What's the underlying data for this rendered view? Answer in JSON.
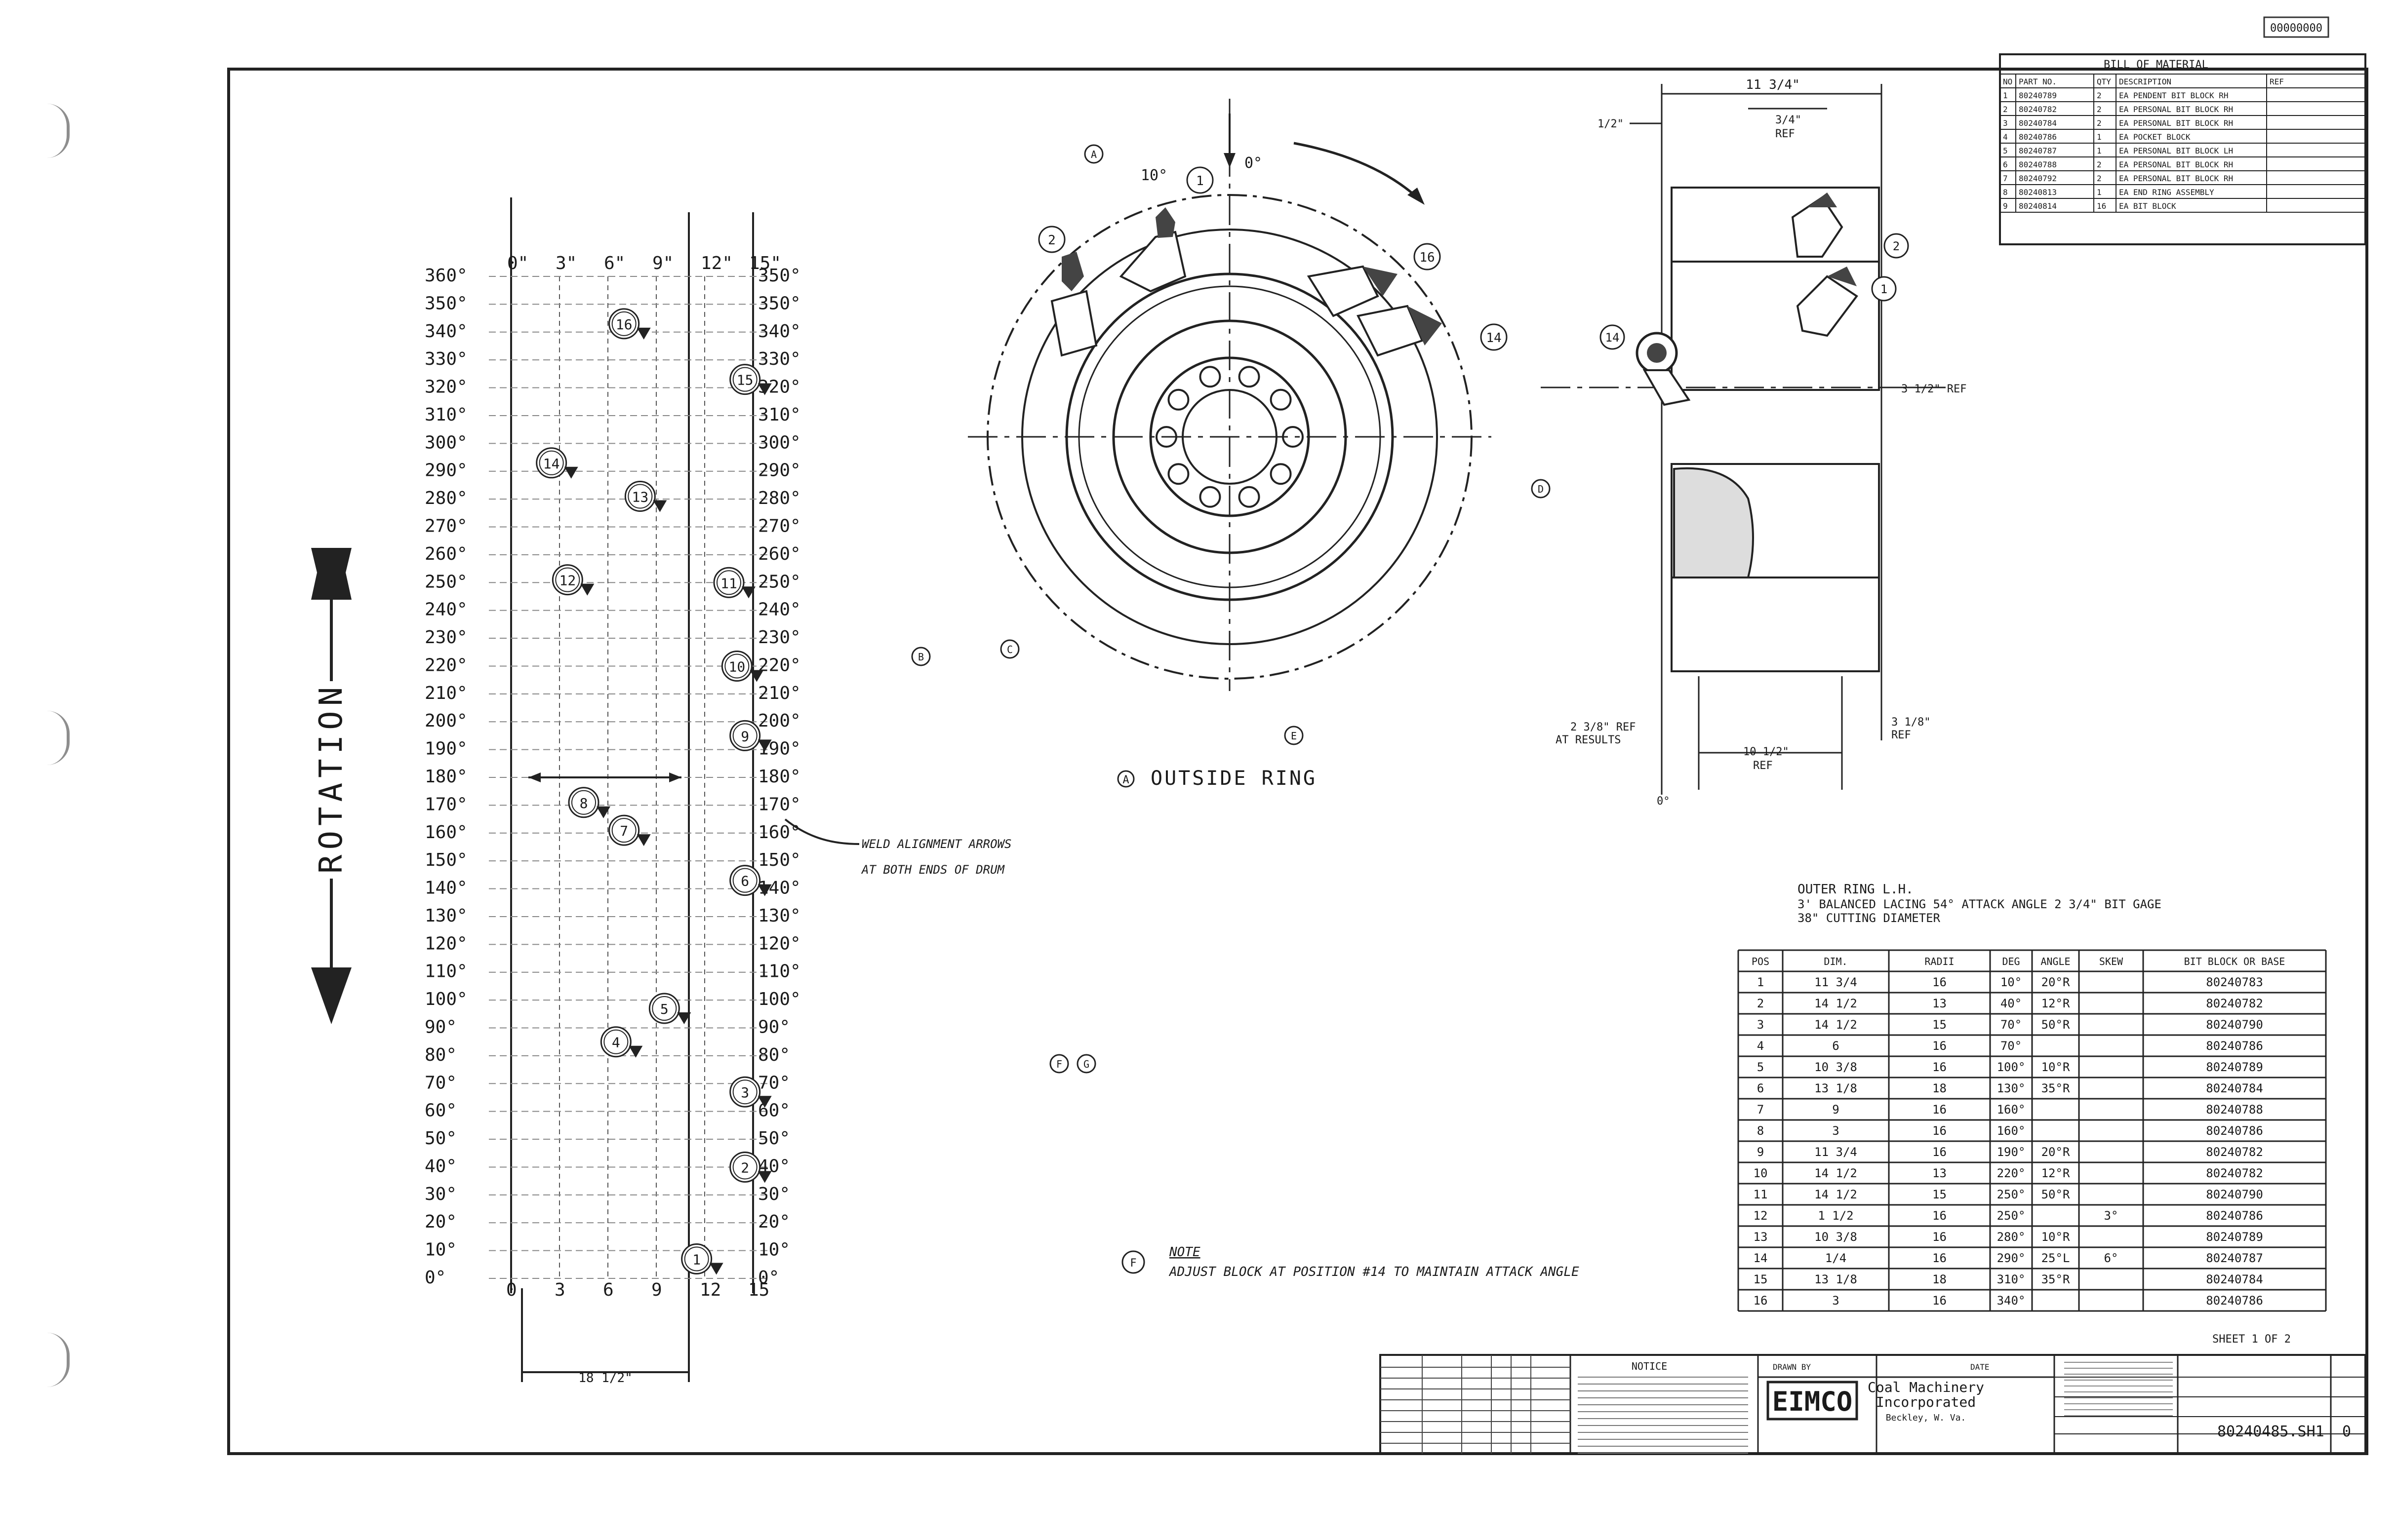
{
  "stamp": "00000000",
  "lacing": {
    "deg_left": [
      "360°",
      "350°",
      "340°",
      "330°",
      "320°",
      "310°",
      "300°",
      "290°",
      "280°",
      "270°",
      "260°",
      "250°",
      "240°",
      "230°",
      "220°",
      "210°",
      "200°",
      "190°",
      "180°",
      "170°",
      "160°",
      "150°",
      "140°",
      "130°",
      "120°",
      "110°",
      "100°",
      "90°",
      "80°",
      "70°",
      "60°",
      "50°",
      "40°",
      "30°",
      "20°",
      "10°",
      "0°"
    ],
    "deg_right": [
      "350°",
      "350°",
      "340°",
      "330°",
      "320°",
      "310°",
      "300°",
      "290°",
      "280°",
      "270°",
      "260°",
      "250°",
      "240°",
      "230°",
      "220°",
      "210°",
      "200°",
      "190°",
      "180°",
      "170°",
      "160°",
      "150°",
      "140°",
      "130°",
      "120°",
      "110°",
      "100°",
      "90°",
      "80°",
      "70°",
      "60°",
      "50°",
      "40°",
      "30°",
      "20°",
      "10°",
      "0°"
    ],
    "inch_top": [
      "0\"",
      "3\"",
      "6\"",
      "9\"",
      "12\"",
      "15\""
    ],
    "inch_bottom": [
      "0",
      "3",
      "6",
      "9",
      "12",
      "15"
    ],
    "width_dim": "18 1/2\"",
    "rotation": "ROTATION",
    "weld_label": "WELD ALIGNMENT ARROWS",
    "weld_label2": "AT BOTH ENDS OF DRUM",
    "markers": [
      {
        "n": "1",
        "inch": 11.5,
        "deg": 7
      },
      {
        "n": "2",
        "inch": 14.5,
        "deg": 40
      },
      {
        "n": "3",
        "inch": 14.5,
        "deg": 67
      },
      {
        "n": "4",
        "inch": 6.5,
        "deg": 85
      },
      {
        "n": "5",
        "inch": 9.5,
        "deg": 97
      },
      {
        "n": "6",
        "inch": 14.5,
        "deg": 143
      },
      {
        "n": "7",
        "inch": 7,
        "deg": 161
      },
      {
        "n": "8",
        "inch": 4.5,
        "deg": 171
      },
      {
        "n": "9",
        "inch": 14.5,
        "deg": 195
      },
      {
        "n": "10",
        "inch": 14,
        "deg": 220
      },
      {
        "n": "11",
        "inch": 13.5,
        "deg": 250
      },
      {
        "n": "12",
        "inch": 3.5,
        "deg": 251
      },
      {
        "n": "13",
        "inch": 8,
        "deg": 281
      },
      {
        "n": "14",
        "inch": 2.5,
        "deg": 293
      },
      {
        "n": "15",
        "inch": 14.5,
        "deg": 323
      },
      {
        "n": "16",
        "inch": 7,
        "deg": 343
      }
    ]
  },
  "ring": {
    "zero": "0°",
    "ten": "10°",
    "caption": "OUTSIDE RING",
    "balloons": [
      "1",
      "2",
      "16",
      "14"
    ],
    "letters": [
      "A",
      "B",
      "C",
      "D",
      "E",
      "F",
      "G"
    ]
  },
  "side": {
    "dim_top": "11 3/4\"",
    "dim_a": "3/4\"",
    "dim_a2": "REF",
    "dim_b": "1/2\"",
    "dim_c": "3 1/2\" REF",
    "dim_d": "2 3/8\" REF",
    "dim_d2": "AT RESULTS",
    "dim_e": "10 1/2\"",
    "dim_e2": "REF",
    "dim_f": "3 1/8\"",
    "dim_f2": "REF",
    "zero": "0°",
    "balloons": [
      "14",
      "2",
      "1"
    ]
  },
  "bom": {
    "title": "BILL OF MATERIAL",
    "headers": [
      "NO",
      "PART NO.",
      "QTY",
      "DESCRIPTION",
      "REF"
    ],
    "rows": [
      [
        "1",
        "80240789",
        "2",
        "EA PENDENT BIT BLOCK RH",
        ""
      ],
      [
        "2",
        "80240782",
        "2",
        "EA PERSONAL BIT BLOCK RH",
        ""
      ],
      [
        "3",
        "80240784",
        "2",
        "EA PERSONAL BIT BLOCK RH",
        ""
      ],
      [
        "4",
        "80240786",
        "1",
        "EA POCKET BLOCK",
        ""
      ],
      [
        "5",
        "80240787",
        "1",
        "EA PERSONAL BIT BLOCK LH",
        ""
      ],
      [
        "6",
        "80240788",
        "2",
        "EA PERSONAL BIT BLOCK RH",
        ""
      ],
      [
        "7",
        "80240792",
        "2",
        "EA PERSONAL BIT BLOCK RH",
        ""
      ],
      [
        "8",
        "80240813",
        "1",
        "EA END RING ASSEMBLY",
        ""
      ],
      [
        "9",
        "80240814",
        "16",
        "EA BIT BLOCK",
        ""
      ]
    ]
  },
  "lacing_table": {
    "caption1": "OUTER RING L.H.",
    "caption2": "3' BALANCED LACING 54° ATTACK ANGLE 2 3/4\" BIT GAGE",
    "caption3": "38\" CUTTING DIAMETER",
    "headers": [
      "POS",
      "DIM.",
      "RADII",
      "DEG",
      "ANGLE",
      "SKEW",
      "BIT BLOCK OR BASE"
    ],
    "rows": [
      [
        "1",
        "11 3/4",
        "16",
        "10°",
        "20°R",
        "",
        "80240783"
      ],
      [
        "2",
        "14 1/2",
        "13",
        "40°",
        "12°R",
        "",
        "80240782"
      ],
      [
        "3",
        "14 1/2",
        "15",
        "70°",
        "50°R",
        "",
        "80240790"
      ],
      [
        "4",
        "6",
        "16",
        "70°",
        "",
        "",
        "80240786"
      ],
      [
        "5",
        "10 3/8",
        "16",
        "100°",
        "10°R",
        "",
        "80240789"
      ],
      [
        "6",
        "13 1/8",
        "18",
        "130°",
        "35°R",
        "",
        "80240784"
      ],
      [
        "7",
        "9",
        "16",
        "160°",
        "",
        "",
        "80240788"
      ],
      [
        "8",
        "3",
        "16",
        "160°",
        "",
        "",
        "80240786"
      ],
      [
        "9",
        "11 3/4",
        "16",
        "190°",
        "20°R",
        "",
        "80240782"
      ],
      [
        "10",
        "14 1/2",
        "13",
        "220°",
        "12°R",
        "",
        "80240782"
      ],
      [
        "11",
        "14 1/2",
        "15",
        "250°",
        "50°R",
        "",
        "80240790"
      ],
      [
        "12",
        "1 1/2",
        "16",
        "250°",
        "",
        "3°",
        "80240786"
      ],
      [
        "13",
        "10 3/8",
        "16",
        "280°",
        "10°R",
        "",
        "80240789"
      ],
      [
        "14",
        "1/4",
        "16",
        "290°",
        "25°L",
        "6°",
        "80240787"
      ],
      [
        "15",
        "13 1/8",
        "18",
        "310°",
        "35°R",
        "",
        "80240784"
      ],
      [
        "16",
        "3",
        "16",
        "340°",
        "",
        "",
        "80240786"
      ]
    ],
    "sheet": "SHEET 1 OF 2"
  },
  "note": {
    "title": "NOTE",
    "text": "ADJUST BLOCK AT POSITION #14 TO MAINTAIN ATTACK ANGLE"
  },
  "title_block": {
    "company": "EIMCO",
    "line1": "Coal Machinery",
    "line2": "Incorporated",
    "line3": "Beckley, W. Va.",
    "notice": "NOTICE",
    "drawing_no": "80240485.SH1",
    "rev": "0",
    "drawn_by": "DRAWN BY",
    "date_label": "DATE"
  }
}
